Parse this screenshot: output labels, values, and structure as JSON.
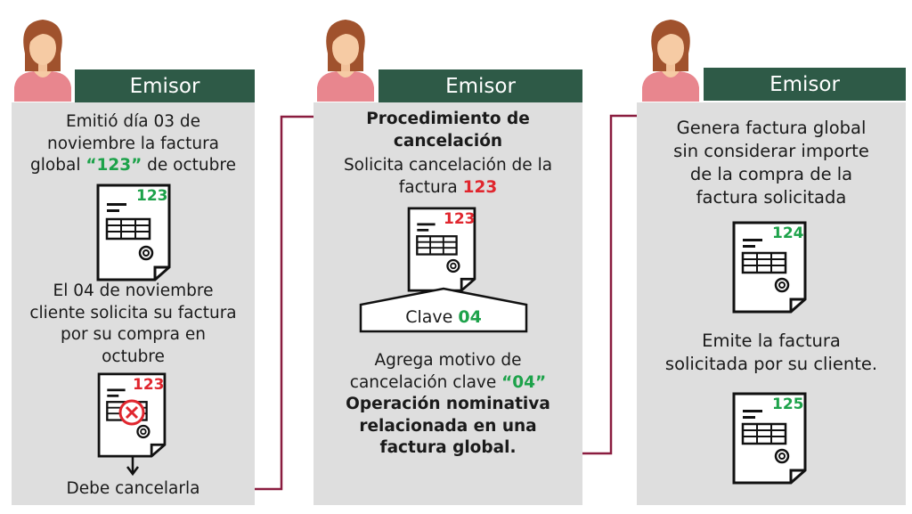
{
  "panels": [
    {
      "header": "Emisor",
      "text1_a": "Emitió día 03 de",
      "text1_b": "noviembre la factura",
      "text1_c_pre": "global ",
      "text1_c_num": "“123”",
      "text1_c_post": " de octubre",
      "doc1_number": "123",
      "text2_a": "El 04 de noviembre",
      "text2_b": "cliente solicita su factura",
      "text2_c": "por su compra en",
      "text2_d": "octubre",
      "doc2_number": "123",
      "bottom_text": "Debe cancelarla"
    },
    {
      "header": "Emisor",
      "title_a": "Procedimiento de",
      "title_b": "cancelación",
      "text1_a": "Solicita cancelación de la",
      "text1_b_pre": "factura ",
      "text1_b_num": "123",
      "doc_number": "123",
      "tag_pre": "Clave ",
      "tag_num": "04",
      "text2_a": "Agrega motivo de",
      "text2_b_pre": "cancelación clave ",
      "text2_b_num": "“04”",
      "bold_a": "Operación nominativa",
      "bold_b": "relacionada en una",
      "bold_c": "factura global."
    },
    {
      "header": "Emisor",
      "text1_a": "Genera factura global",
      "text1_b": "sin considerar importe",
      "text1_c": "de la compra de la",
      "text1_d": "factura solicitada",
      "doc1_number": "124",
      "text2_a": "Emite la factura",
      "text2_b": "solicitada por su cliente.",
      "doc2_number": "125"
    }
  ],
  "colors": {
    "header_bg": "#2e5a47",
    "panel_bg": "#dedede",
    "connector": "#8a1c3f",
    "green": "#1da24a",
    "red": "#e0262e"
  },
  "icons": [
    "woman-avatar-icon",
    "invoice-document-icon",
    "cancel-x-icon",
    "arrow-down-icon"
  ]
}
